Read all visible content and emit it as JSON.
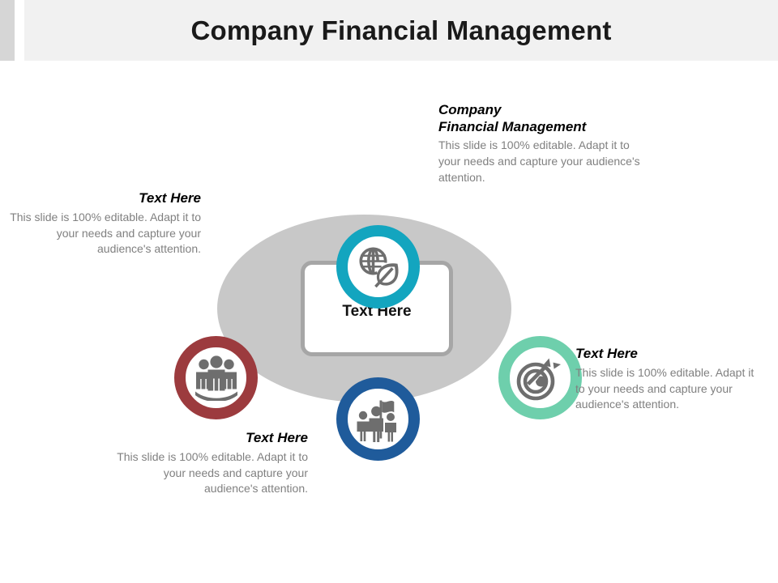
{
  "header": {
    "title": "Company Financial Management",
    "accent_color": "#d6d6d6",
    "band_color": "#f1f1f1"
  },
  "center": {
    "label": "Text Here"
  },
  "diagram": {
    "ellipse_color": "#c8c8c8",
    "nodes": [
      {
        "id": "top",
        "icon": "globe-leaf-icon",
        "ring_color": "#13a5bf",
        "position": "top"
      },
      {
        "id": "left",
        "icon": "people-group-icon",
        "ring_color": "#9c3b3e",
        "position": "left"
      },
      {
        "id": "right",
        "icon": "target-arrow-icon",
        "ring_color": "#6ecfac",
        "position": "right"
      },
      {
        "id": "bottom",
        "icon": "team-flag-icon",
        "ring_color": "#1f5b9b",
        "position": "bottom"
      }
    ]
  },
  "callouts": {
    "top_right": {
      "heading_line1": "Company",
      "heading_line2": "Financial Management",
      "body": "This slide is 100% editable. Adapt it to your needs and capture your audience's attention."
    },
    "left": {
      "heading": "Text Here",
      "body": "This slide is 100% editable. Adapt it to your needs and capture your audience's attention."
    },
    "bottom_left": {
      "heading": "Text Here",
      "body": "This slide is 100% editable. Adapt it to your needs and capture your audience's attention."
    },
    "bottom_right": {
      "heading": "Text Here",
      "body": "This slide is 100% editable. Adapt it to your needs and capture your audience's attention."
    }
  }
}
